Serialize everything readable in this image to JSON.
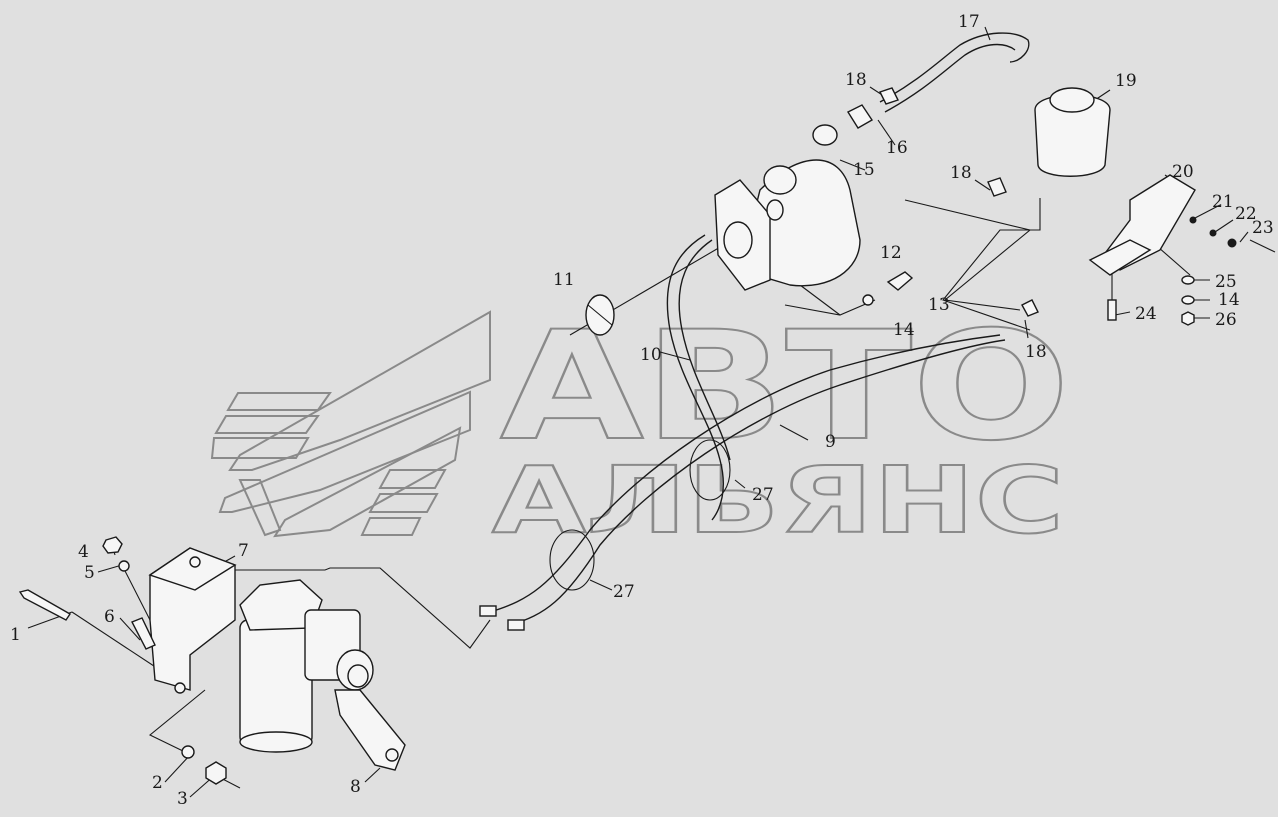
{
  "watermark": {
    "line1": "АВТО",
    "line2": "АЛЬЯНС"
  },
  "callouts": [
    {
      "id": "1",
      "text": "1"
    },
    {
      "id": "2",
      "text": "2"
    },
    {
      "id": "3",
      "text": "3"
    },
    {
      "id": "4",
      "text": "4"
    },
    {
      "id": "5",
      "text": "5"
    },
    {
      "id": "6",
      "text": "6"
    },
    {
      "id": "7",
      "text": "7"
    },
    {
      "id": "8",
      "text": "8"
    },
    {
      "id": "9",
      "text": "9"
    },
    {
      "id": "10",
      "text": "10"
    },
    {
      "id": "11",
      "text": "11"
    },
    {
      "id": "12",
      "text": "12"
    },
    {
      "id": "13",
      "text": "13"
    },
    {
      "id": "14a",
      "text": "14"
    },
    {
      "id": "14b",
      "text": "14"
    },
    {
      "id": "15",
      "text": "15"
    },
    {
      "id": "16",
      "text": "16"
    },
    {
      "id": "17",
      "text": "17"
    },
    {
      "id": "18a",
      "text": "18"
    },
    {
      "id": "18b",
      "text": "18"
    },
    {
      "id": "18c",
      "text": "18"
    },
    {
      "id": "19",
      "text": "19"
    },
    {
      "id": "20",
      "text": "20"
    },
    {
      "id": "21",
      "text": "21"
    },
    {
      "id": "22",
      "text": "22"
    },
    {
      "id": "23",
      "text": "23"
    },
    {
      "id": "24",
      "text": "24"
    },
    {
      "id": "25",
      "text": "25"
    },
    {
      "id": "26",
      "text": "26"
    },
    {
      "id": "27a",
      "text": "27"
    },
    {
      "id": "27b",
      "text": "27"
    }
  ],
  "colors": {
    "background": "#e0e0e0",
    "ink": "#1a1a1a",
    "watermark": "#8a8a8a"
  }
}
